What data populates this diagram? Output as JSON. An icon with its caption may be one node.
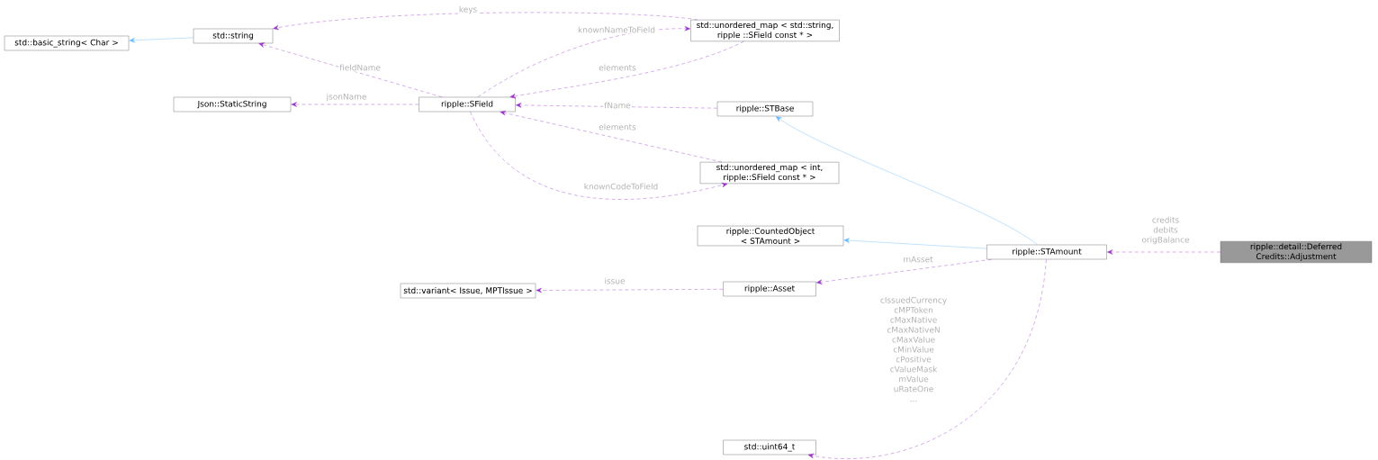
{
  "diagram": {
    "nodes": [
      {
        "text": [
          "std::basic_string< Char >"
        ]
      },
      {
        "text": [
          "std::string"
        ]
      },
      {
        "text": [
          "Json::StaticString"
        ]
      },
      {
        "text": [
          "ripple::SField"
        ]
      },
      {
        "text": [
          "std::unordered_map < std::string, ripple ::SField const * >"
        ]
      },
      {
        "text": [
          "ripple::STBase"
        ]
      },
      {
        "text": [
          "std::unordered_map < int, ripple::SField const * >"
        ]
      },
      {
        "text": [
          "ripple::CountedObject < STAmount >"
        ]
      },
      {
        "text": [
          "ripple::STAmount"
        ]
      },
      {
        "text": [
          "std::variant< Issue, MPTIssue >"
        ]
      },
      {
        "text": [
          "ripple::Asset"
        ]
      },
      {
        "text": [
          "std::uint64_t"
        ]
      },
      {
        "text": [
          "ripple::detail::Deferred Credits::Adjustment"
        ]
      }
    ],
    "edges": [
      {
        "from": 1,
        "to": 0,
        "arrow": "to",
        "color": "#63b8ff"
      },
      {
        "from": 3,
        "to": 1,
        "arrow": "to",
        "style": "dashed",
        "label": "fieldName"
      },
      {
        "from": 4,
        "to": 1,
        "arrow": "to",
        "style": "dashed",
        "label": "keys"
      },
      {
        "from": 3,
        "to": 4,
        "arrow": "to",
        "style": "dashed",
        "label": "knownNameToField"
      },
      {
        "from": 4,
        "to": 3,
        "arrow": "to",
        "style": "dashed",
        "label": "elements"
      },
      {
        "from": 3,
        "to": 2,
        "arrow": "to",
        "style": "dashed",
        "label": "jsonName"
      },
      {
        "from": 5,
        "to": 3,
        "arrow": "to",
        "style": "dashed",
        "label": "fName"
      },
      {
        "from": 6,
        "to": 3,
        "arrow": "to",
        "style": "dashed",
        "label": "elements"
      },
      {
        "from": 3,
        "to": 6,
        "arrow": "to",
        "style": "dashed",
        "label": "knownCodeToField"
      },
      {
        "from": 8,
        "to": 5,
        "arrow": "to",
        "color": "#63b8ff"
      },
      {
        "from": 8,
        "to": 7,
        "arrow": "to",
        "color": "#63b8ff"
      },
      {
        "from": 8,
        "to": 10,
        "arrow": "to",
        "style": "dashed",
        "label": "mAsset"
      },
      {
        "from": 10,
        "to": 9,
        "arrow": "to",
        "style": "dashed",
        "label": "issue"
      },
      {
        "from": 8,
        "to": 11,
        "arrow": "to",
        "style": "dashed",
        "label": "cIssuedCurrency cMPToken cMaxNative cMaxNativeN cMaxValue cMinValue cPositive cValueMask mValue uRateOne ..."
      },
      {
        "from": 12,
        "to": 8,
        "arrow": "to",
        "style": "dashed",
        "label": "credits debits origBalance"
      }
    ]
  }
}
